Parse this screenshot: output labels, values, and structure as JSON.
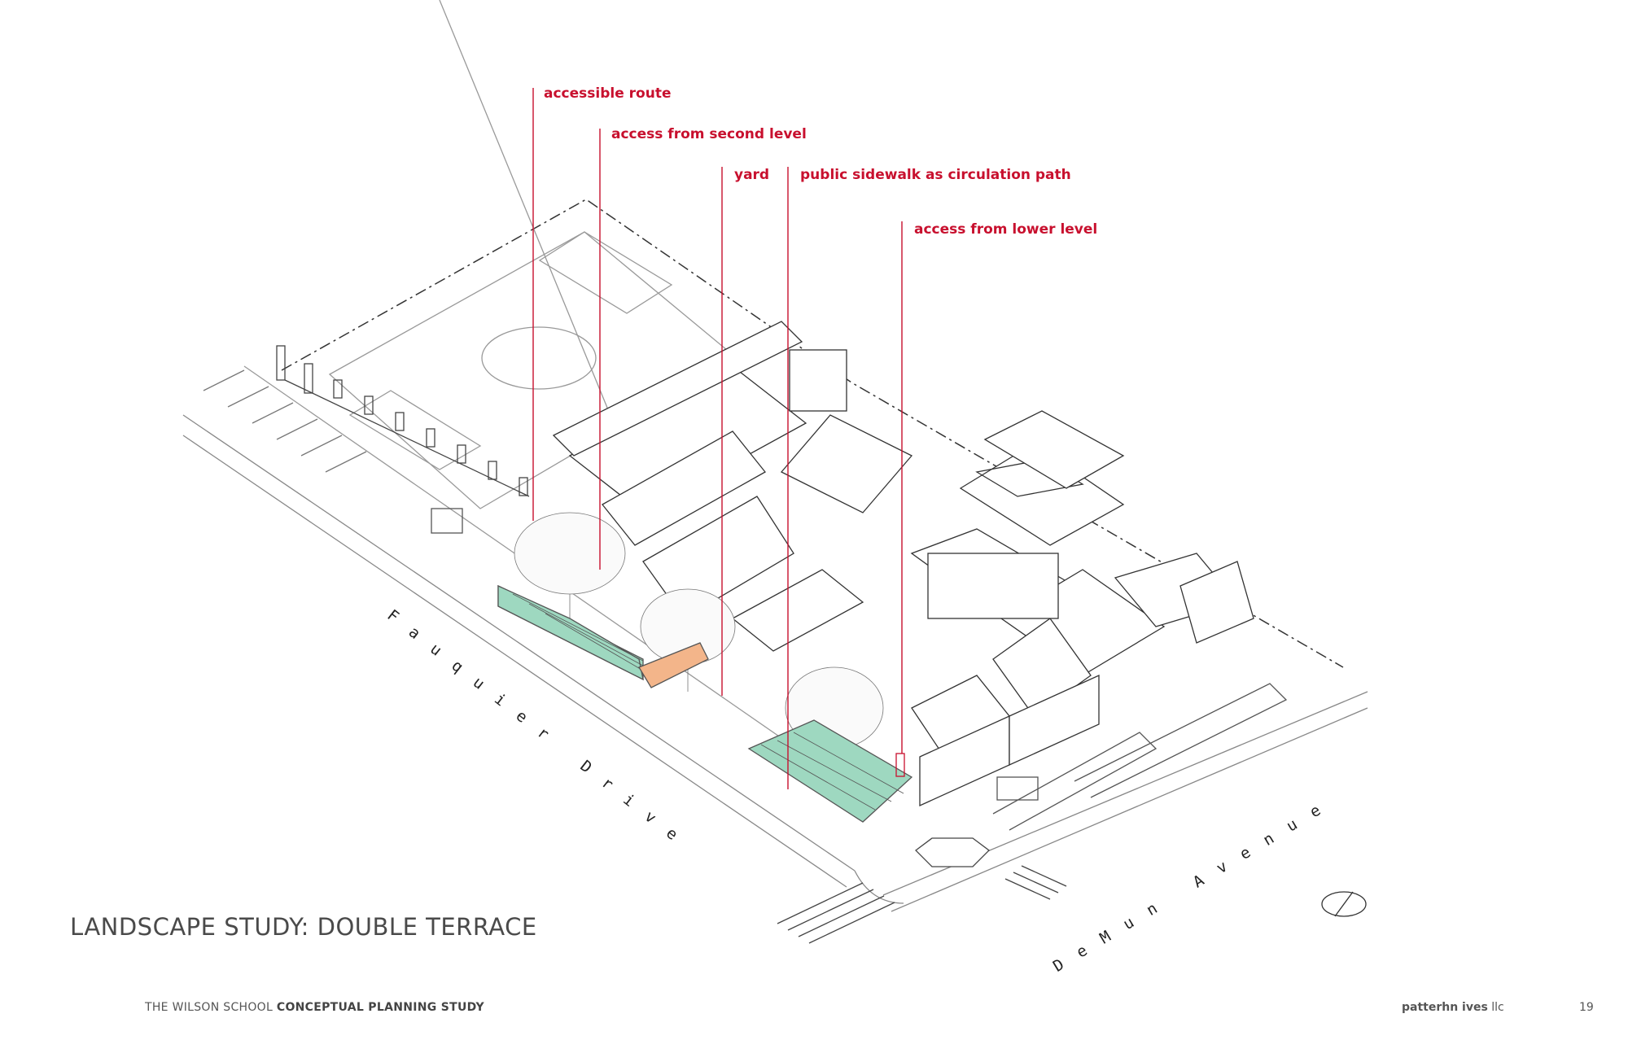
{
  "callouts": {
    "accessible_route": "accessible route",
    "access_second_level": "access from second level",
    "yard": "yard",
    "public_sidewalk": "public sidewalk as circulation path",
    "access_lower_level": "access from lower level"
  },
  "streets": {
    "fauquier": "Fauquier Drive",
    "demun": "DeMun Avenue"
  },
  "title": "LANDSCAPE STUDY: DOUBLE TERRACE",
  "footer": {
    "school": "THE WILSON SCHOOL",
    "study": "CONCEPTUAL PLANNING STUDY",
    "firm_bold": "patterhn ives",
    "firm_light": "llc",
    "page": "19"
  },
  "colors": {
    "callout": "#c8102e",
    "terrace_green": "#9ed8c0",
    "path_orange": "#f3b58a",
    "linework": "#555555"
  }
}
